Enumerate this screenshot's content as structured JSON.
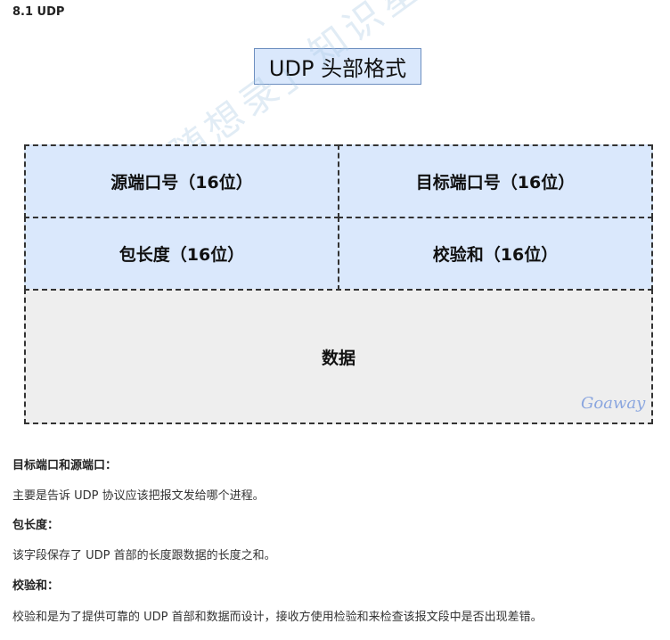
{
  "section_title": "8.1 UDP",
  "diagram": {
    "title": "UDP 头部格式",
    "cells": {
      "src_port": "源端口号（16位）",
      "dst_port": "目标端口号（16位）",
      "length": "包长度（16位）",
      "checksum": "校验和（16位）",
      "data": "数据"
    },
    "watermark": "「代码随想录」知识星球",
    "signature": "Goaway"
  },
  "paragraphs": [
    {
      "heading": "目标端口和源端口：",
      "body": "主要是告诉 UDP 协议应该把报文发给哪个进程。"
    },
    {
      "heading": "包长度：",
      "body": "该字段保存了 UDP 首部的长度跟数据的长度之和。"
    },
    {
      "heading": "校验和：",
      "body": "校验和是为了提供可靠的 UDP 首部和数据而设计，接收方使用检验和来检查该报文段中是否出现差错。"
    }
  ],
  "colors": {
    "header_fill": "#dae8fc",
    "header_border": "#6c8ebf",
    "data_fill": "#eeeeee",
    "signature": "#8aa6df"
  }
}
